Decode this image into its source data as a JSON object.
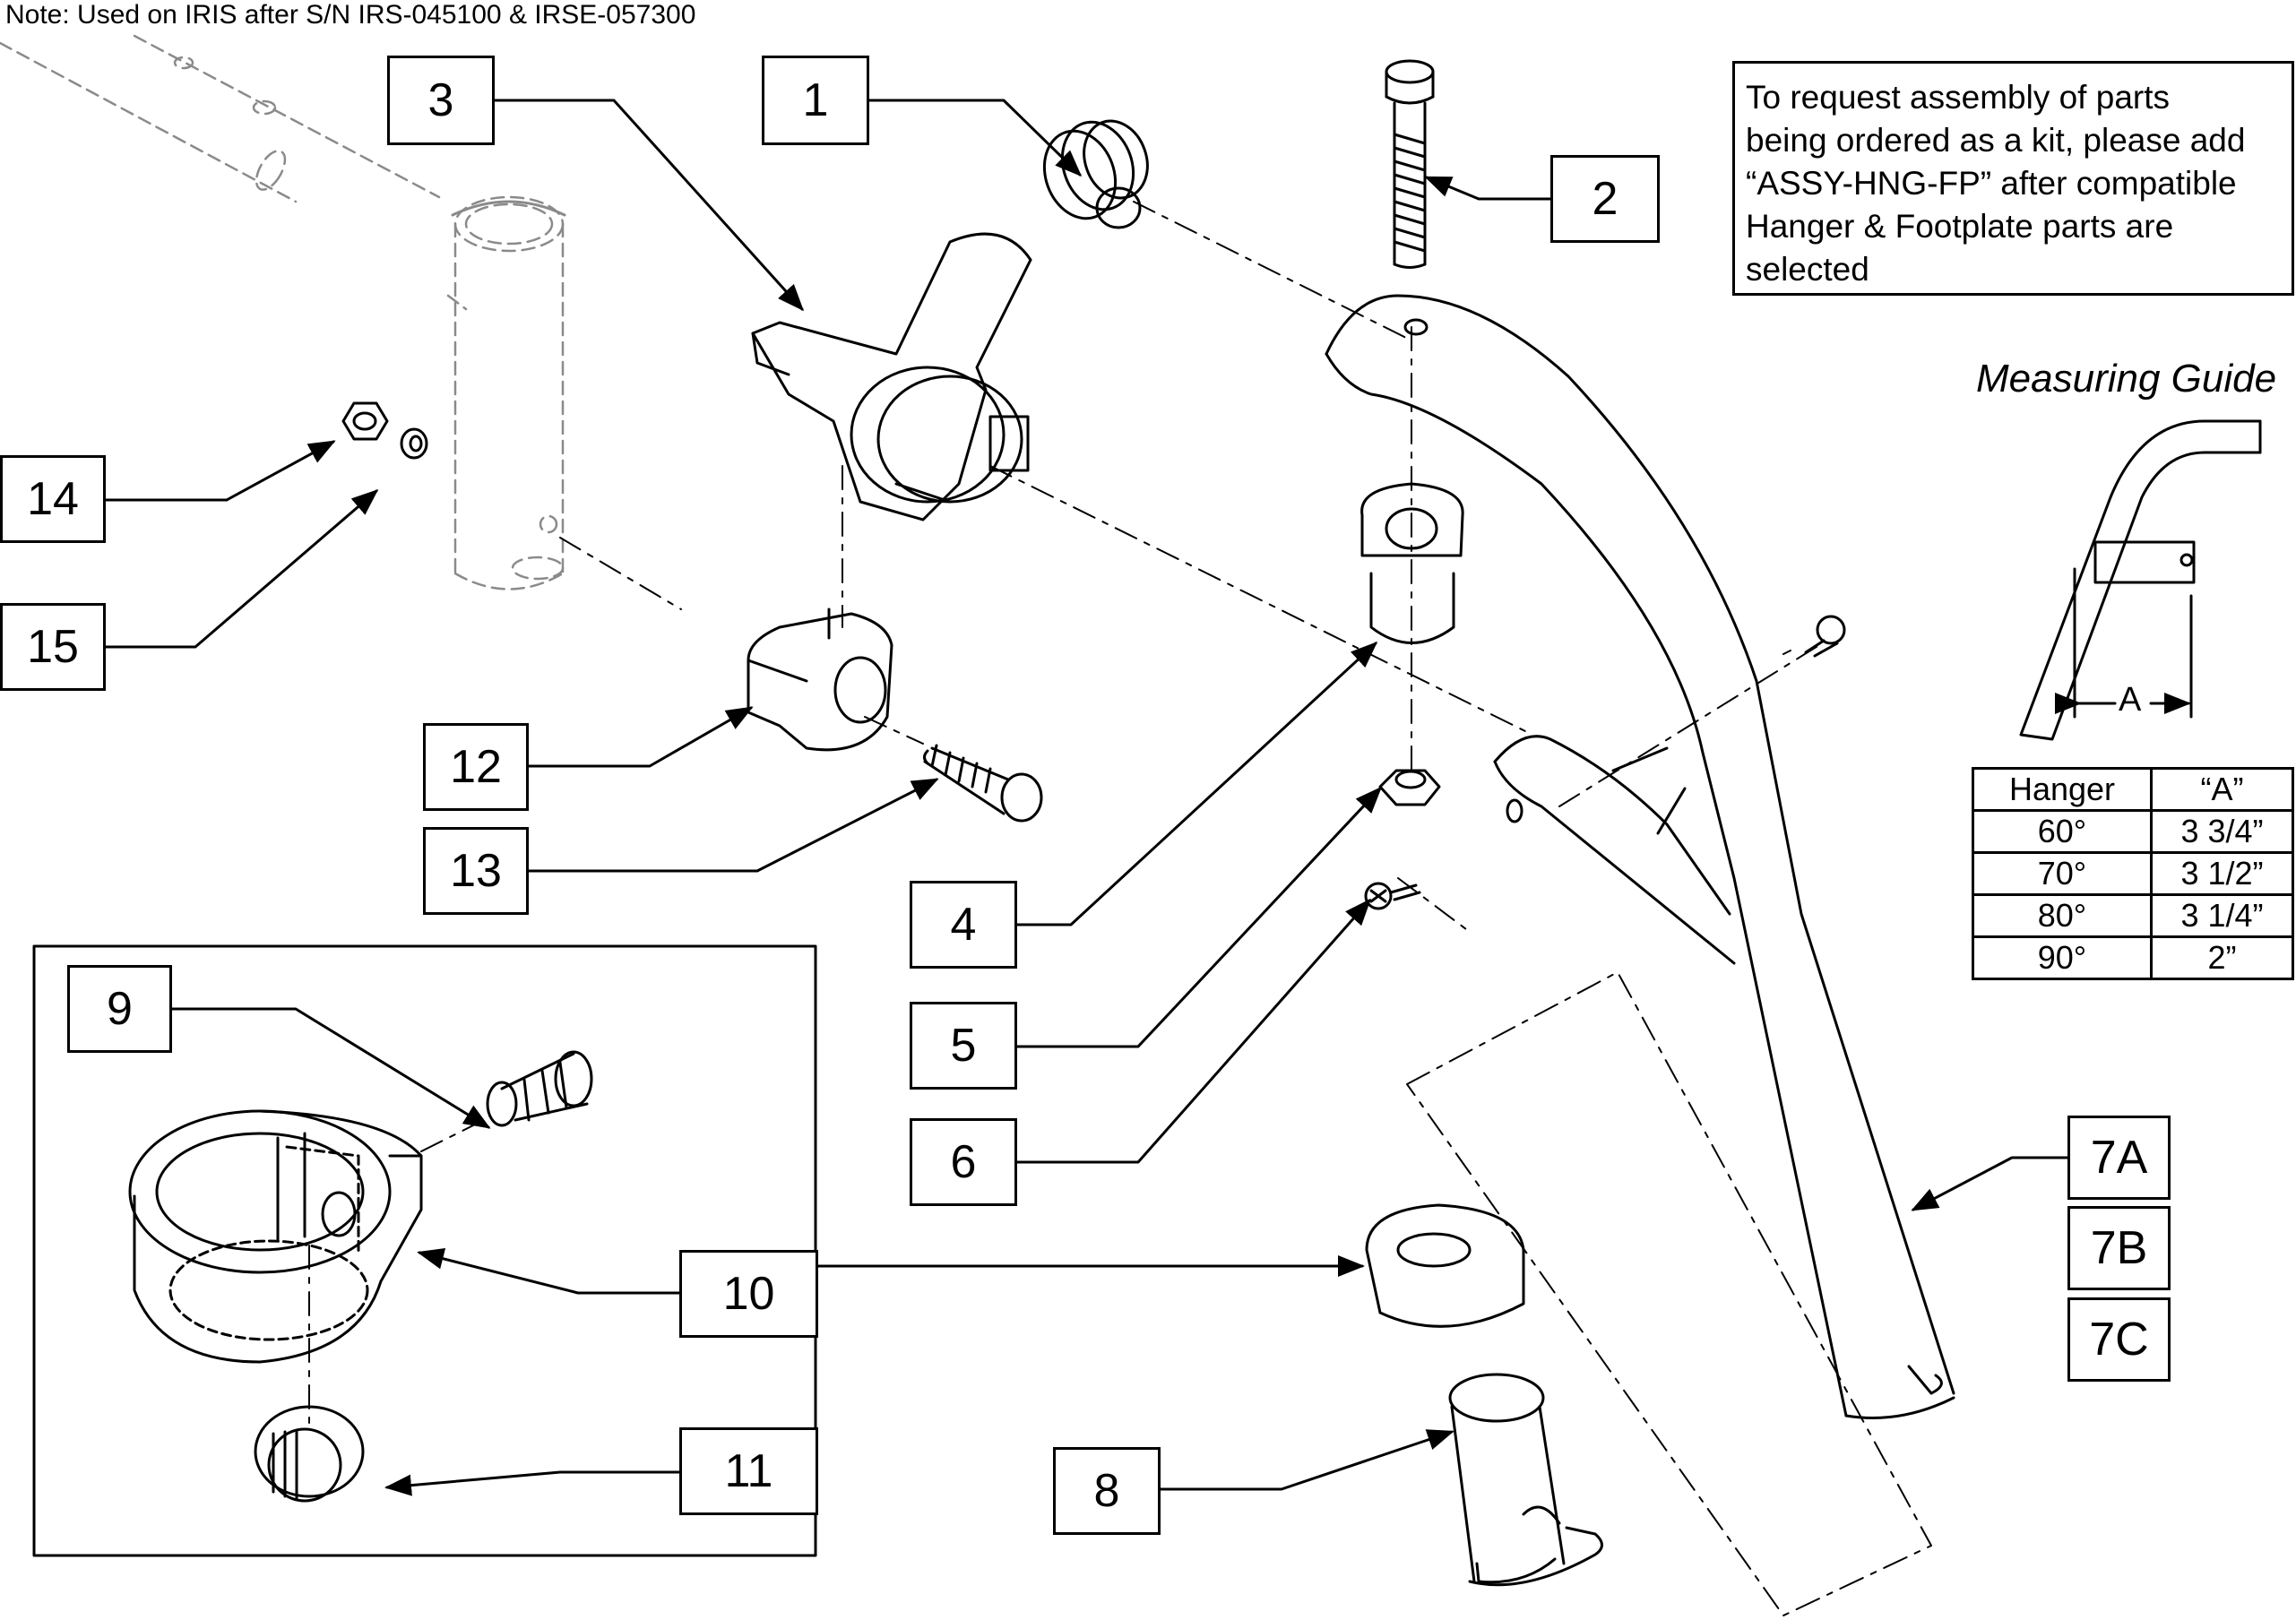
{
  "note": "Note: Used on IRIS after S/N IRS-045100 & IRSE-057300",
  "info_box": {
    "lines": [
      "To request assembly of parts",
      "being ordered as a kit, please add",
      "“ASSY-HNG-FP” after compatible",
      "Hanger & Footplate parts are",
      "selected"
    ]
  },
  "measuring_guide": {
    "title": "Measuring Guide",
    "dimension_label": "A",
    "table": {
      "headers": [
        "Hanger",
        "“A”"
      ],
      "rows": [
        [
          "60°",
          "3 3/4”"
        ],
        [
          "70°",
          "3 1/2”"
        ],
        [
          "80°",
          "3 1/4”"
        ],
        [
          "90°",
          "2”"
        ]
      ]
    }
  },
  "callouts": [
    "1",
    "2",
    "3",
    "4",
    "5",
    "6",
    "7A",
    "7B",
    "7C",
    "8",
    "9",
    "10",
    "11",
    "12",
    "13",
    "14",
    "15"
  ]
}
